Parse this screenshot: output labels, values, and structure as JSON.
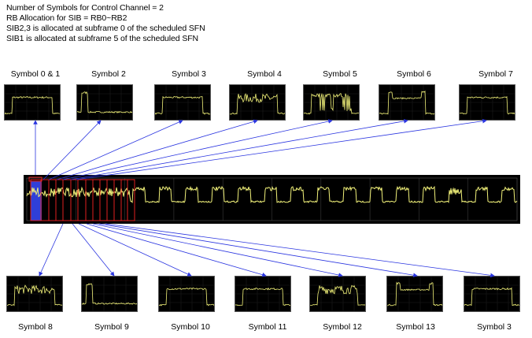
{
  "notes": [
    "Number of  Symbols for Control Channel = 2",
    "RB Allocation for SIB = RB0~RB2",
    "SIB2,3 is allocated at subframe 0 of the scheduled SFN",
    "SIB1 is allocated at subframe 5 of the scheduled SFN"
  ],
  "top_symbols": [
    {
      "label": "Symbol 0 & 1",
      "icon": "spectrum-flat-wide"
    },
    {
      "label": "Symbol 2",
      "icon": "spectrum-narrow-left"
    },
    {
      "label": "Symbol 3",
      "icon": "spectrum-flat-wide"
    },
    {
      "label": "Symbol 4",
      "icon": "spectrum-noisy-wide"
    },
    {
      "label": "Symbol 5",
      "icon": "spectrum-comb-wide"
    },
    {
      "label": "Symbol 6",
      "icon": "spectrum-peaked-edges"
    },
    {
      "label": "Symbol 7",
      "icon": "spectrum-flat-wide"
    }
  ],
  "bottom_symbols": [
    {
      "label": "Symbol 8",
      "icon": "spectrum-noisy-wide"
    },
    {
      "label": "Symbol 9",
      "icon": "spectrum-narrow-left"
    },
    {
      "label": "Symbol 10",
      "icon": "spectrum-flat-wide"
    },
    {
      "label": "Symbol 11",
      "icon": "spectrum-flat-wide"
    },
    {
      "label": "Symbol 12",
      "icon": "spectrum-noisy-wide"
    },
    {
      "label": "Symbol 13",
      "icon": "spectrum-peaked-edges"
    },
    {
      "label": "Symbol 3",
      "icon": "spectrum-flat-wide"
    }
  ],
  "colors": {
    "trace": "#f2f27a",
    "arrow": "#2a35e0",
    "highlight_box": "#e02020",
    "selected_symbol": "#2f3fd8"
  }
}
